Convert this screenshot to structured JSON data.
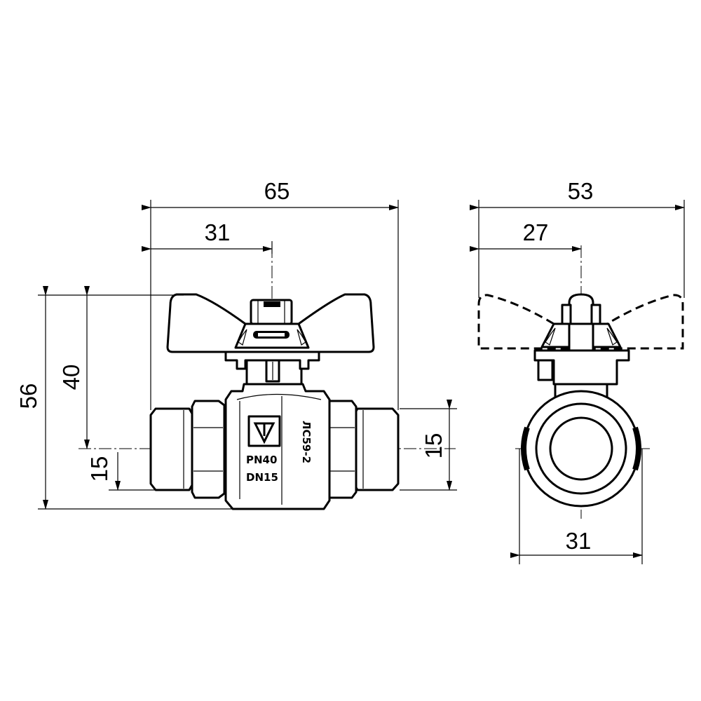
{
  "dimensions": {
    "total_length": "65",
    "handle_offset": "31",
    "total_height": "56",
    "height_to_axis": "40",
    "half_thread_left": "15",
    "half_thread_right": "15",
    "handle_width": "53",
    "handle_half_width": "27",
    "body_width": "31"
  },
  "markings": {
    "pressure": "PN40",
    "nominal_size": "DN15",
    "material": "ЛС59-2"
  },
  "colors": {
    "line": "#000000",
    "background": "#ffffff"
  }
}
